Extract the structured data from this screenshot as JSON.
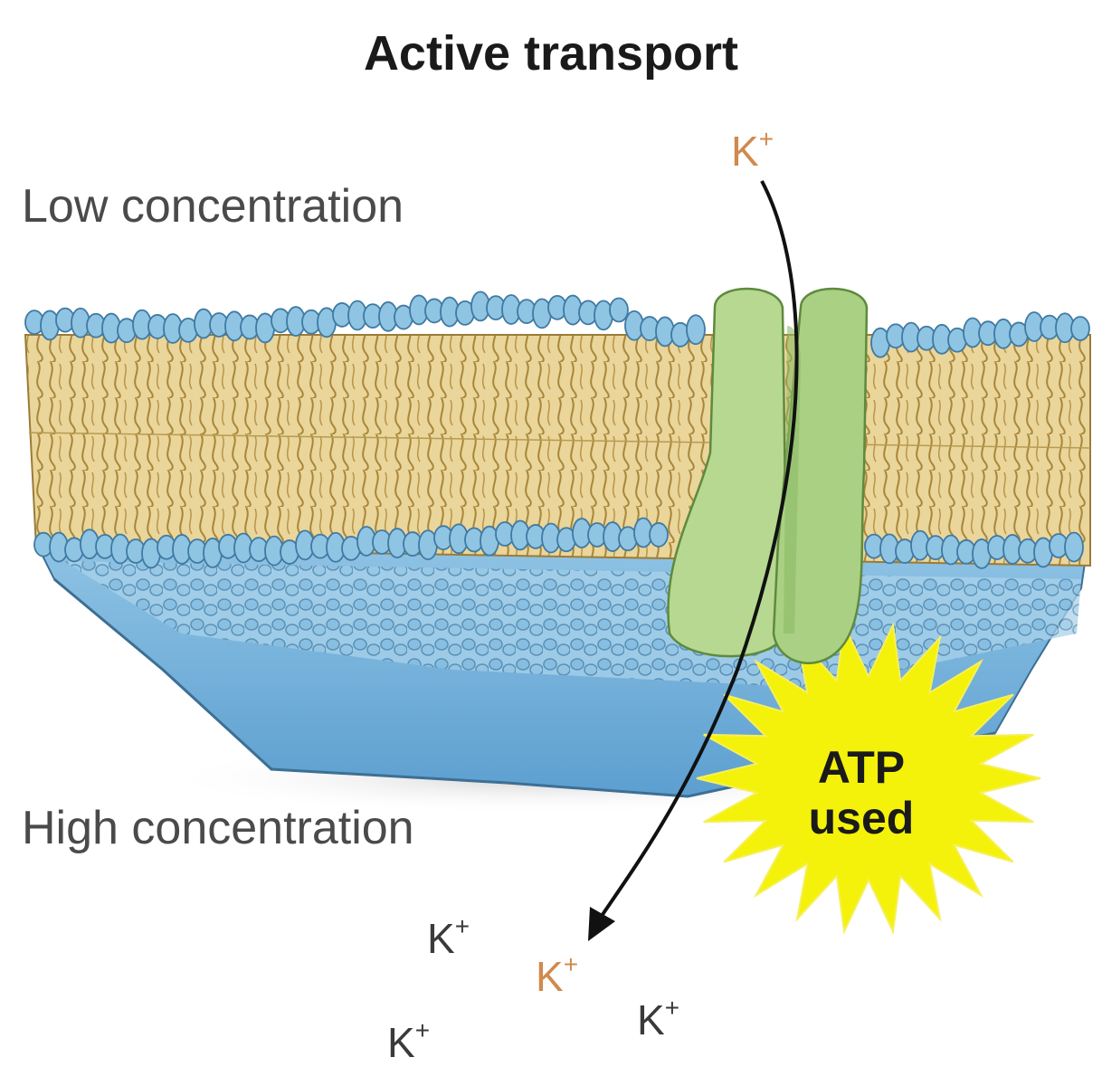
{
  "title": "Active transport",
  "regions": {
    "top_label": "Low concentration",
    "bottom_label": "High concentration"
  },
  "ions": {
    "top": {
      "symbol": "K",
      "charge": "+"
    },
    "bottom_1": {
      "symbol": "K",
      "charge": "+"
    },
    "bottom_2": {
      "symbol": "K",
      "charge": "+"
    },
    "bottom_3": {
      "symbol": "K",
      "charge": "+"
    },
    "bottom_4": {
      "symbol": "K",
      "charge": "+"
    }
  },
  "atp_burst": {
    "line1": "ATP",
    "line2": "used"
  },
  "colors": {
    "head_blue": "#8fc4e3",
    "tail_yellow": "#e8cf7e",
    "protein_green": "#b7d98f",
    "burst_yellow": "#f4f20a",
    "ion_orange": "#d08a4e",
    "ion_dark": "#3a3a3a"
  }
}
